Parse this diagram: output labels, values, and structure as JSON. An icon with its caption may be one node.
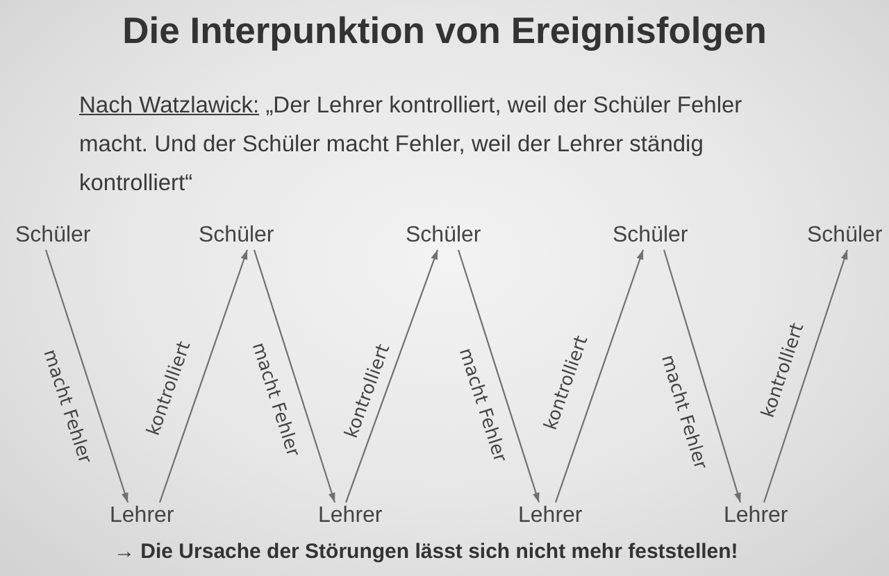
{
  "diagram": {
    "title": "Die Interpunktion von Ereignisfolgen",
    "nodes": [
      {
        "text": [
          "Schüler"
        ]
      },
      {
        "text": [
          "Schüler"
        ]
      },
      {
        "text": [
          "Schüler"
        ]
      },
      {
        "text": [
          "Schüler"
        ]
      },
      {
        "text": [
          "Schüler"
        ]
      },
      {
        "text": [
          "Lehrer"
        ]
      },
      {
        "text": [
          "Lehrer"
        ]
      },
      {
        "text": [
          "Lehrer"
        ]
      },
      {
        "text": [
          "Lehrer"
        ]
      }
    ],
    "edges": [
      {
        "from": 0,
        "to": 5,
        "arrow": "to",
        "label": "macht Fehler"
      },
      {
        "from": 5,
        "to": 1,
        "arrow": "to",
        "label": "kontrolliert"
      },
      {
        "from": 1,
        "to": 6,
        "arrow": "to",
        "label": "macht Fehler"
      },
      {
        "from": 6,
        "to": 2,
        "arrow": "to",
        "label": "kontrolliert"
      },
      {
        "from": 2,
        "to": 7,
        "arrow": "to",
        "label": "macht Fehler"
      },
      {
        "from": 7,
        "to": 3,
        "arrow": "to",
        "label": "kontrolliert"
      },
      {
        "from": 3,
        "to": 8,
        "arrow": "to",
        "label": "macht Fehler"
      },
      {
        "from": 8,
        "to": 4,
        "arrow": "to",
        "label": "kontrolliert"
      }
    ],
    "labels": [
      "Nach Watzlawick:",
      "„Der Lehrer kontrolliert, weil der Schüler Fehler macht. Und der Schüler macht Fehler, weil der Lehrer ständig kontrolliert“",
      "→ Die Ursache der Störungen lässt sich nicht mehr feststellen!"
    ]
  }
}
